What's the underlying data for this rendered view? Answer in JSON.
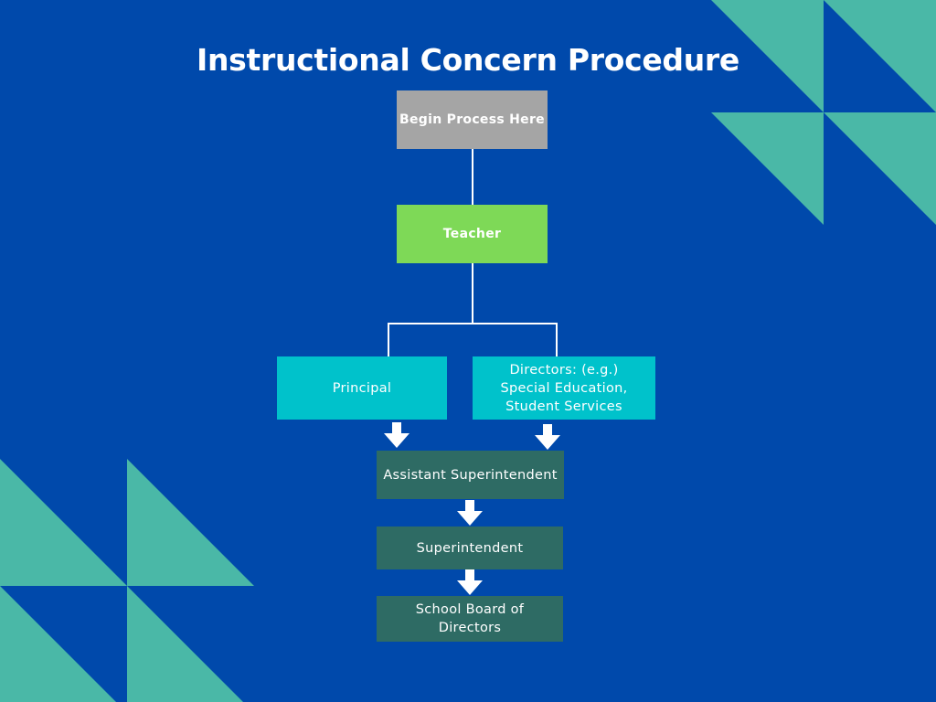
{
  "title": "Instructional Concern Procedure",
  "colors": {
    "background": "#0049ab",
    "decoration": "#4ab8a7",
    "start": "#a5a5a5",
    "teacher": "#7ed957",
    "level2": "#00c2cb",
    "level3": "#2e6b64",
    "text": "#ffffff"
  },
  "nodes": {
    "start": "Begin Process Here",
    "teacher": "Teacher",
    "principal": "Principal",
    "directors": "Directors: (e.g.) Special Education, Student Services",
    "assistant_superintendent": "Assistant Superintendent",
    "superintendent": "Superintendent",
    "school_board": "School Board of Directors"
  },
  "edges": [
    {
      "from": "start",
      "to": "teacher",
      "style": "line"
    },
    {
      "from": "teacher",
      "to": "principal",
      "style": "line"
    },
    {
      "from": "teacher",
      "to": "directors",
      "style": "line"
    },
    {
      "from": "principal",
      "to": "assistant_superintendent",
      "style": "arrow"
    },
    {
      "from": "directors",
      "to": "assistant_superintendent",
      "style": "arrow"
    },
    {
      "from": "assistant_superintendent",
      "to": "superintendent",
      "style": "arrow"
    },
    {
      "from": "superintendent",
      "to": "school_board",
      "style": "arrow"
    }
  ]
}
